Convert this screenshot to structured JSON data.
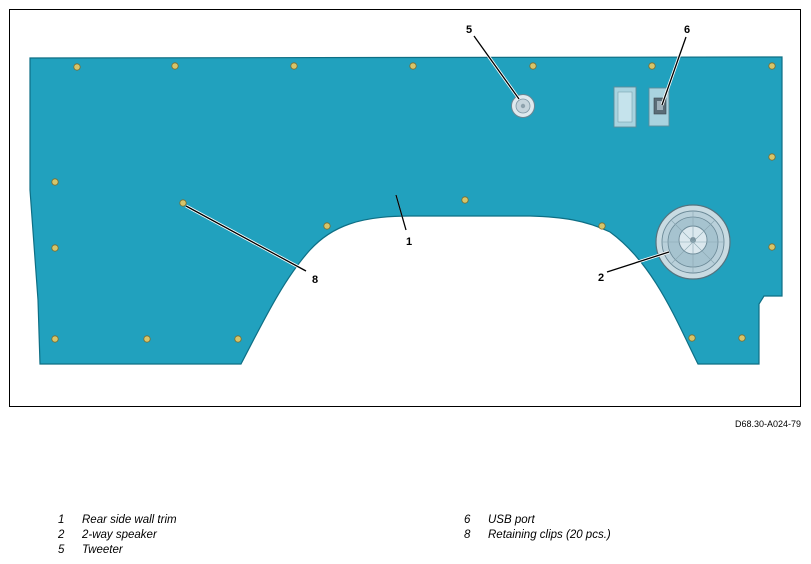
{
  "figure": {
    "code": "D68.30-A024-79",
    "colors": {
      "panel": "#21a1be",
      "panel_outline": "#0e6f85",
      "clip": "#d6c56a",
      "frame": "#000000"
    },
    "callouts": [
      {
        "number": "1",
        "target": "rear-side-wall-trim"
      },
      {
        "number": "2",
        "target": "two-way-speaker"
      },
      {
        "number": "5",
        "target": "tweeter"
      },
      {
        "number": "6",
        "target": "usb-port"
      },
      {
        "number": "8",
        "target": "retaining-clip"
      }
    ]
  },
  "legend": {
    "left": [
      {
        "number": "1",
        "label": "Rear side wall trim"
      },
      {
        "number": "2",
        "label": "2-way speaker"
      },
      {
        "number": "5",
        "label": "Tweeter"
      }
    ],
    "right": [
      {
        "number": "6",
        "label": "USB port"
      },
      {
        "number": "8",
        "label": "Retaining clips (20 pcs.)"
      }
    ]
  }
}
